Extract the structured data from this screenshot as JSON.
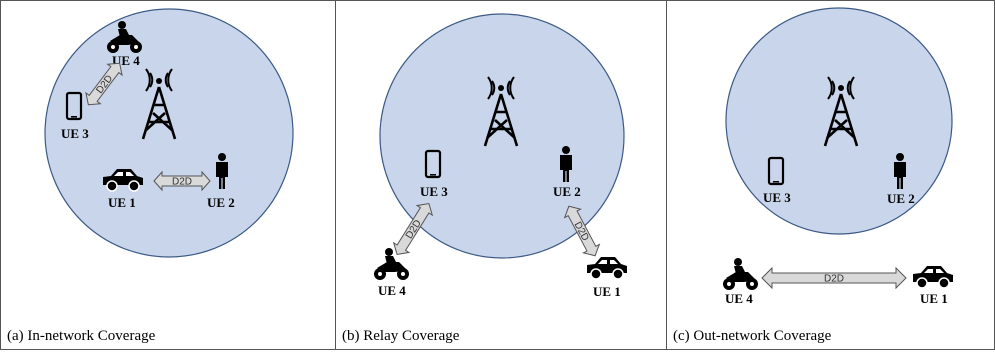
{
  "panels": [
    {
      "caption": "(a) In-network Coverage",
      "ue_labels": {
        "ue1": "UE 1",
        "ue2": "UE 2",
        "ue3": "UE 3",
        "ue4": "UE 4"
      },
      "links": [
        "D2D",
        "D2D"
      ]
    },
    {
      "caption": "(b) Relay Coverage",
      "ue_labels": {
        "ue1": "UE 1",
        "ue2": "UE 2",
        "ue3": "UE 3",
        "ue4": "UE 4"
      },
      "links": [
        "D2D",
        "D2D"
      ]
    },
    {
      "caption": "(c) Out-network Coverage",
      "ue_labels": {
        "ue1": "UE 1",
        "ue2": "UE 2",
        "ue3": "UE 3",
        "ue4": "UE 4"
      },
      "links": [
        "D2D"
      ]
    }
  ],
  "colors": {
    "cell_fill": "#c9d5ea",
    "cell_stroke": "#3b5a86",
    "arrow_fill": "#d9d9d9",
    "arrow_stroke": "#555555",
    "icon": "#000000"
  },
  "icons": [
    "cell-tower-icon",
    "motorbike-icon",
    "phone-icon",
    "car-icon",
    "person-icon"
  ]
}
